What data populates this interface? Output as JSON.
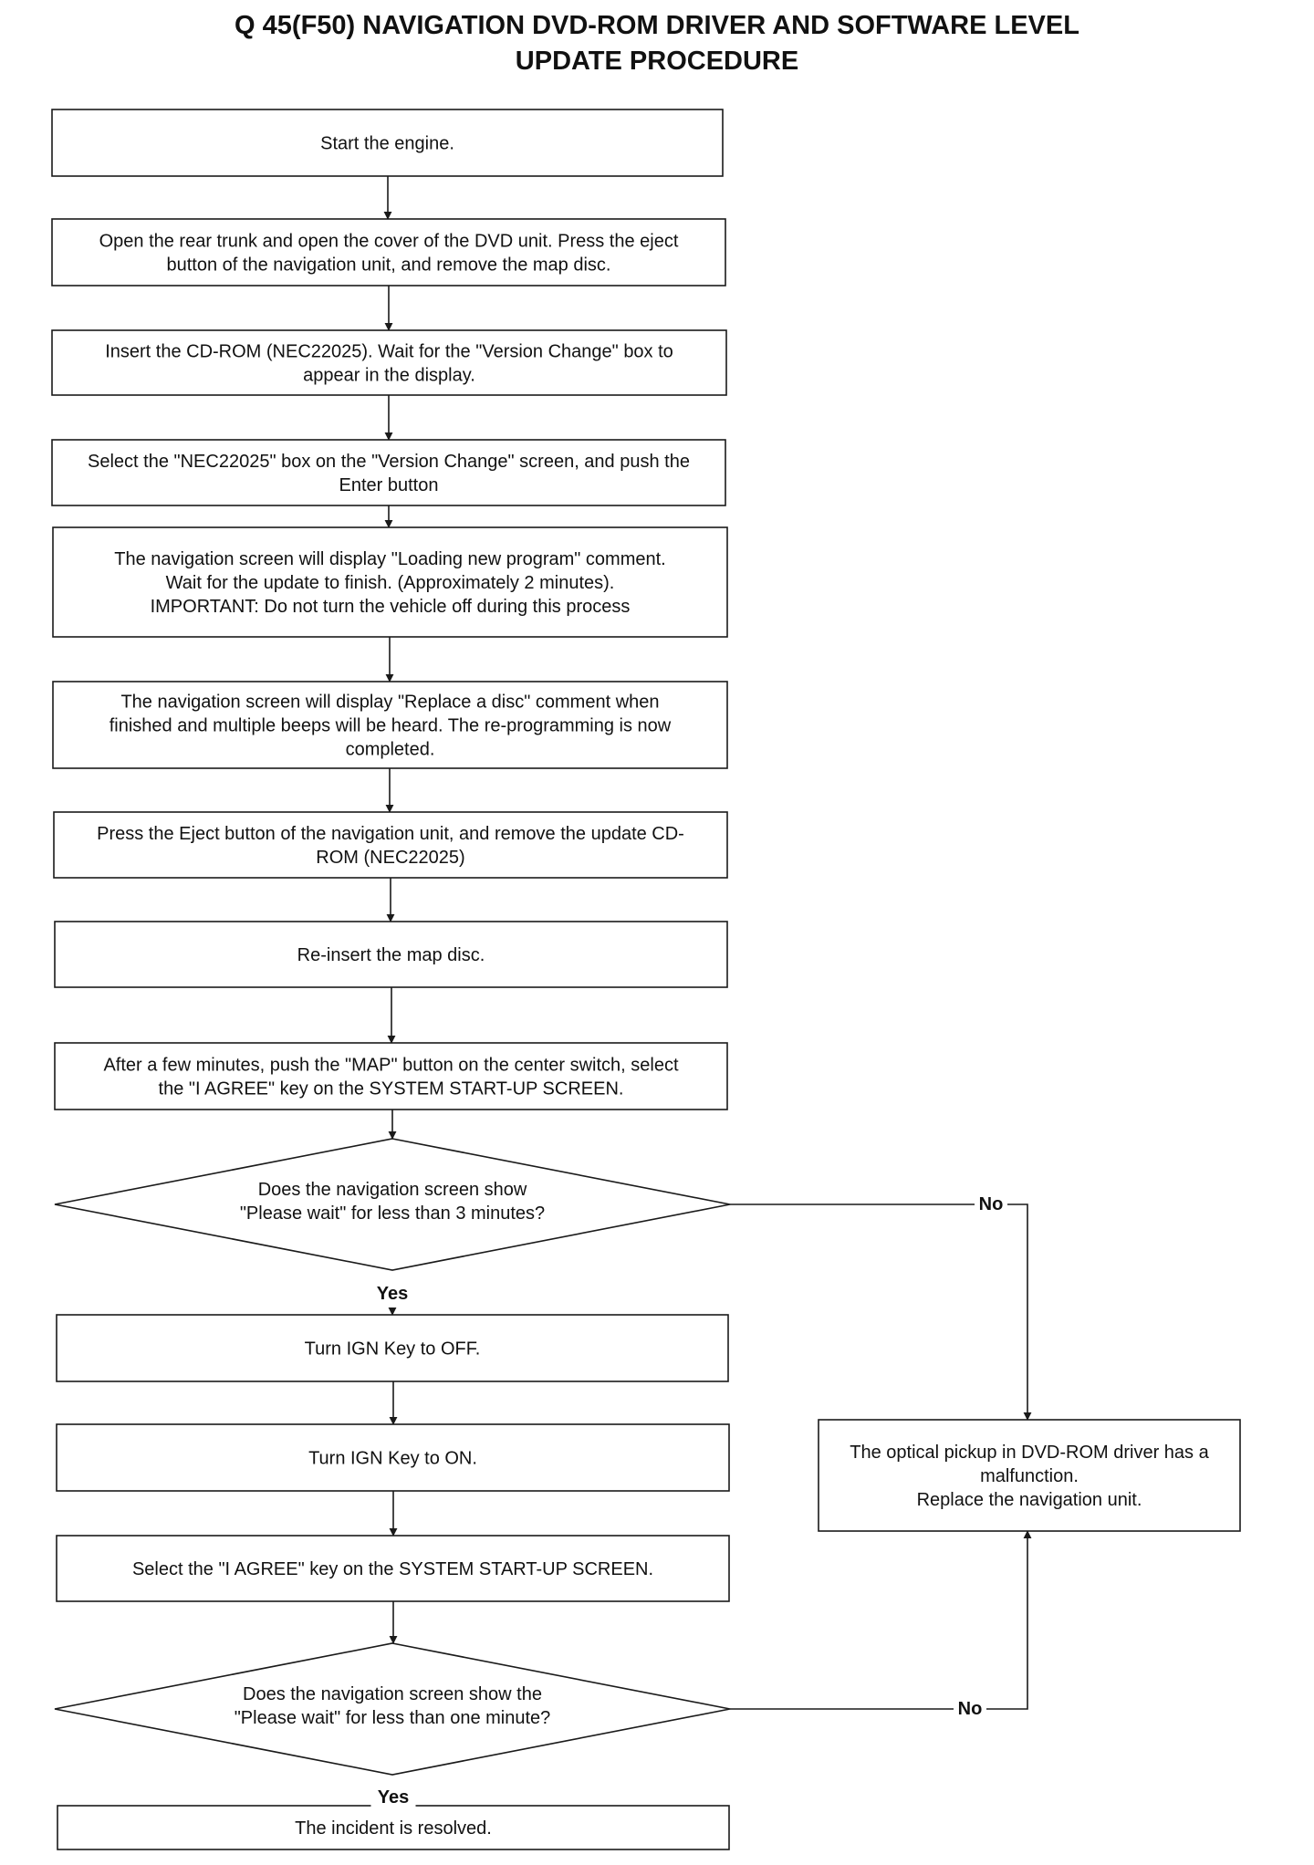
{
  "title": {
    "line1": "Q 45(F50) NAVIGATION DVD-ROM DRIVER AND SOFTWARE LEVEL",
    "line2": "UPDATE PROCEDURE"
  },
  "steps": [
    {
      "id": "start-engine",
      "lines": [
        "Start the engine."
      ]
    },
    {
      "id": "open-trunk",
      "lines": [
        "Open the rear trunk and open the cover of the DVD unit.  Press the eject",
        "button of the navigation unit, and remove the map disc."
      ]
    },
    {
      "id": "insert-cdrom",
      "lines": [
        "Insert the CD-ROM (NEC22025).  Wait for the \"Version Change\" box to",
        "appear in the display."
      ]
    },
    {
      "id": "select-nec-box",
      "lines": [
        "Select the \"NEC22025\" box on the \"Version Change\" screen, and push the",
        "Enter button"
      ]
    },
    {
      "id": "loading-program",
      "lines": [
        "The navigation screen will display \"Loading new program\" comment.",
        "Wait for the update to finish. (Approximately 2 minutes).",
        "IMPORTANT: Do not turn the vehicle off during this process"
      ]
    },
    {
      "id": "replace-disc",
      "lines": [
        "The navigation screen will display \"Replace a disc\" comment when",
        "finished and multiple beeps will be heard. The re-programming is now",
        "completed."
      ]
    },
    {
      "id": "eject-update",
      "lines": [
        "Press the Eject button of the navigation unit, and remove the update CD-",
        "ROM (NEC22025)"
      ]
    },
    {
      "id": "reinsert-map",
      "lines": [
        "Re-insert the map disc."
      ]
    },
    {
      "id": "push-map",
      "lines": [
        "After a few minutes, push the \"MAP\" button on the center switch, select",
        "the \"I AGREE\" key on the SYSTEM START-UP SCREEN."
      ]
    },
    {
      "id": "ign-off",
      "lines": [
        "Turn IGN Key to OFF."
      ]
    },
    {
      "id": "ign-on",
      "lines": [
        "Turn IGN Key to ON."
      ]
    },
    {
      "id": "select-agree",
      "lines": [
        "Select the \"I AGREE\" key on the SYSTEM START-UP SCREEN."
      ]
    },
    {
      "id": "resolved",
      "lines": [
        "The incident is resolved."
      ]
    },
    {
      "id": "malfunction",
      "lines": [
        "The optical pickup in DVD-ROM driver has a",
        "malfunction.",
        "Replace the navigation unit."
      ]
    }
  ],
  "decisions": [
    {
      "id": "wait-three-min",
      "lines": [
        "Does the navigation screen show",
        "\"Please wait\" for less than 3 minutes?"
      ],
      "yes_label": "Yes",
      "no_label": "No"
    },
    {
      "id": "wait-one-min",
      "lines": [
        "Does the navigation screen show  the",
        "\"Please wait\" for less than one minute?"
      ],
      "yes_label": "Yes",
      "no_label": "No"
    }
  ]
}
